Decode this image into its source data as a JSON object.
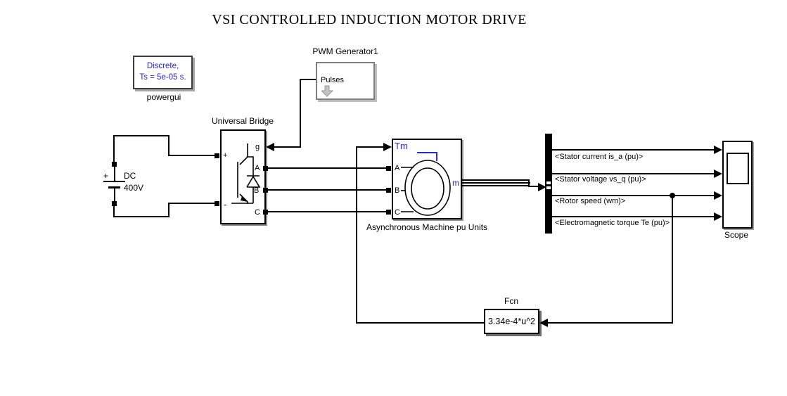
{
  "title": "VSI CONTROLLED INDUCTION MOTOR DRIVE",
  "powergui": {
    "text_line1": "Discrete,",
    "text_line2": "Ts = 5e-05 s.",
    "label": "powergui"
  },
  "pwm_generator": {
    "label": "PWM Generator1",
    "pulses_port": "Pulses",
    "icon": "gray-down-arrow"
  },
  "universal_bridge": {
    "label": "Universal Bridge",
    "ports": {
      "plus": "+",
      "minus": "-",
      "g": "g",
      "a": "A",
      "b": "B",
      "c": "C"
    },
    "icon": "igbt-diode"
  },
  "dc_source": {
    "polarity": "+",
    "name": "DC",
    "voltage": "400V",
    "icon": "battery"
  },
  "async_machine": {
    "label": "Asynchronous Machine pu Units",
    "ports": {
      "tm": "Tm",
      "a": "A",
      "b": "B",
      "c": "C",
      "m": "m"
    },
    "icon": "motor-circles"
  },
  "bus_selector": {
    "signal_labels": [
      "<Stator current is_a (pu)>",
      "<Stator voltage vs_q (pu)>",
      "<Rotor speed (wm)>",
      "<Electromagnetic torque Te (pu)>"
    ]
  },
  "scope": {
    "label": "Scope"
  },
  "fcn": {
    "label": "Fcn",
    "expression": "3.34e-4*u^2"
  },
  "colors": {
    "signal_label_blue": "#2929cc",
    "wire": "#000000",
    "canvas": "#ffffff",
    "block_shadow": "#999999"
  }
}
